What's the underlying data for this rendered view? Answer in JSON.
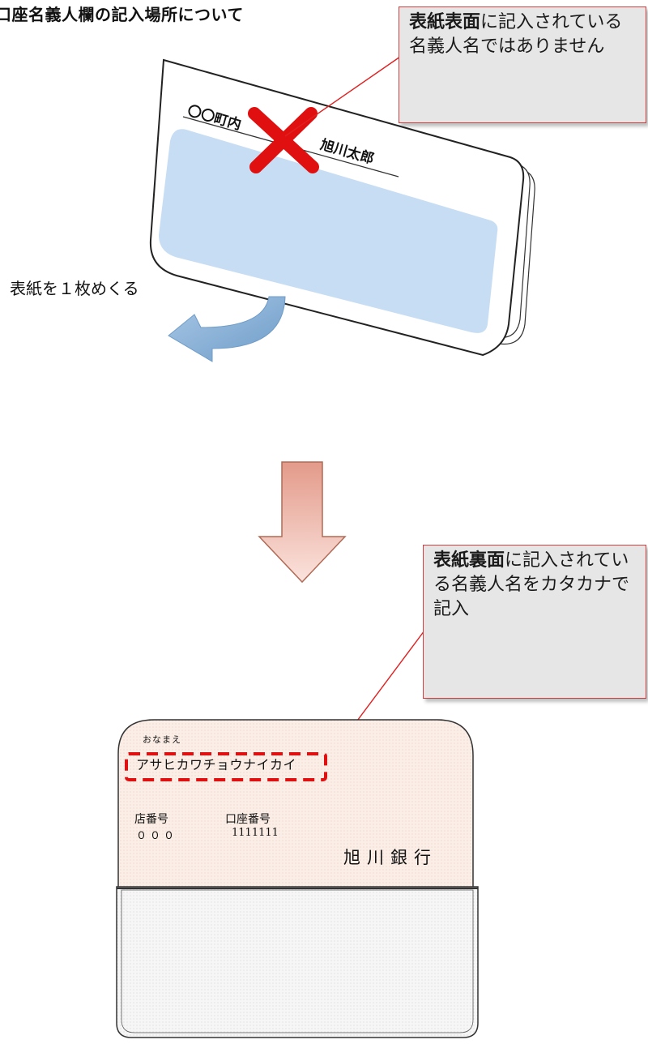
{
  "title": "口座名義人欄の記入場所について",
  "callouts": {
    "front": {
      "emphasis": "表紙表面",
      "rest": "に記入されている名義人名ではありません"
    },
    "back": {
      "emphasis": "表紙裏面",
      "rest": "に記入されている名義人名をカタカナで記入"
    }
  },
  "closed_passbook": {
    "name_line_left": "〇〇町内",
    "name_line_right": "旭川太郎",
    "invalid_mark_icon": "red-x-icon"
  },
  "flip_instruction": "表紙を１枚めくる",
  "open_passbook": {
    "furigana_label": "おなまえ",
    "account_name_katakana": "アサヒカワチョウナイカイ",
    "branch_label": "店番号",
    "branch_value": "０００",
    "account_label": "口座番号",
    "account_value": "1111111",
    "bank_name": "旭川銀行"
  },
  "colors": {
    "accent_red": "#e01010",
    "callout_bg": "#e6e6e6",
    "passbook_blue": "#c7ddf3",
    "passbook_cover": "#fbeee6",
    "down_arrow": "#e8a090"
  }
}
